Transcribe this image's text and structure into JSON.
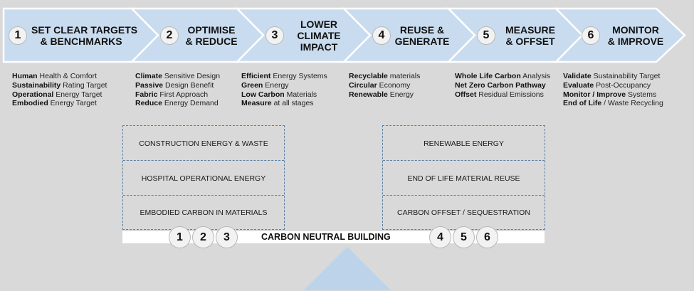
{
  "steps": [
    {
      "num": "1",
      "title": [
        "SET CLEAR TARGETS",
        "& BENCHMARKS"
      ],
      "lines": [
        {
          "b": "Human",
          "t": " Health & Comfort"
        },
        {
          "b": "Sustainability",
          "t": " Rating Target"
        },
        {
          "b": "Operational",
          "t": " Energy Target"
        },
        {
          "b": "Embodied",
          "t": " Energy Target"
        }
      ]
    },
    {
      "num": "2",
      "title": [
        "OPTIMISE",
        "& REDUCE"
      ],
      "lines": [
        {
          "b": "Climate",
          "t": " Sensitive Design"
        },
        {
          "b": "Passive",
          "t": " Design Benefit"
        },
        {
          "b": "Fabric",
          "t": " First Approach"
        },
        {
          "b": "Reduce",
          "t": " Energy Demand"
        }
      ]
    },
    {
      "num": "3",
      "title": [
        "LOWER",
        "CLIMATE",
        "IMPACT"
      ],
      "lines": [
        {
          "b": "Efficient",
          "t": " Energy Systems"
        },
        {
          "b": "Green",
          "t": " Energy"
        },
        {
          "b": "Low Carbon",
          "t": " Materials"
        },
        {
          "b": "Measure",
          "t": " at all stages"
        }
      ]
    },
    {
      "num": "4",
      "title": [
        "REUSE &",
        "GENERATE"
      ],
      "lines": [
        {
          "b": "Recyclable",
          "t": " materials"
        },
        {
          "b": "Circular",
          "t": " Economy"
        },
        {
          "b": "Renewable",
          "t": " Energy"
        }
      ]
    },
    {
      "num": "5",
      "title": [
        "MEASURE",
        "& OFFSET"
      ],
      "lines": [
        {
          "b": "Whole Life Carbon",
          "t": " Analysis"
        },
        {
          "b": "Net Zero Carbon Pathway",
          "t": ""
        },
        {
          "b": "Offset",
          "t": " Residual Emissions"
        }
      ]
    },
    {
      "num": "6",
      "title": [
        "MONITOR",
        "& IMPROVE"
      ],
      "lines": [
        {
          "b": "Validate",
          "t": " Sustainability Target"
        },
        {
          "b": "Evaluate",
          "t": " Post-Occupancy"
        },
        {
          "b": "Monitor / Improve",
          "t": " Systems"
        },
        {
          "b": "End of Life",
          "t": " / Waste Recycling"
        }
      ]
    }
  ],
  "left_box": [
    "CONSTRUCTION ENERGY & WASTE",
    "HOSPITAL OPERATIONAL ENERGY",
    "EMBODIED CARBON IN MATERIALS"
  ],
  "right_box": [
    "RENEWABLE ENERGY",
    "END OF LIFE MATERIAL REUSE",
    "CARBON OFFSET / SEQUESTRATION"
  ],
  "beam": {
    "label": "CARBON NEUTRAL BUILDING",
    "left_nums": [
      "1",
      "2",
      "3"
    ],
    "right_nums": [
      "4",
      "5",
      "6"
    ]
  },
  "colors": {
    "chevron_fill": "#c9dcef",
    "chevron_border": "#ffffff",
    "box_dash": "#5b7fa6",
    "fulcrum": "#bcd3ea",
    "background": "#d9d9d9"
  }
}
